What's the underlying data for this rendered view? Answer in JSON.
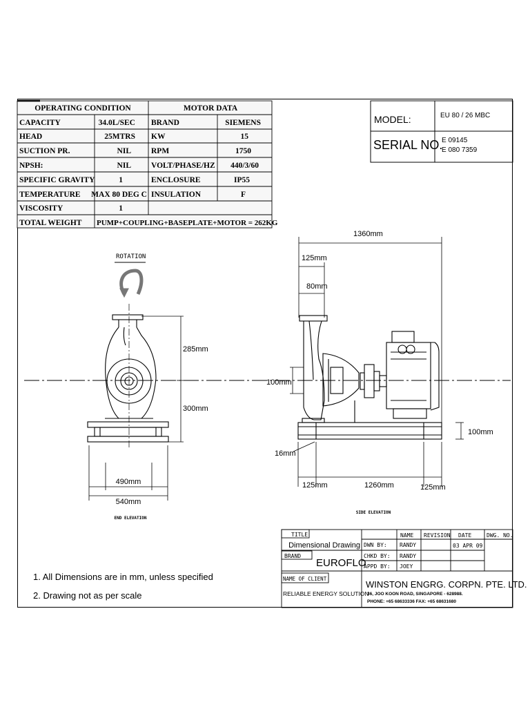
{
  "operating": {
    "header": "OPERATING CONDITION",
    "rows": [
      {
        "label": "CAPACITY",
        "value": "34.0L/SEC"
      },
      {
        "label": "HEAD",
        "value": "25MTRS"
      },
      {
        "label": "SUCTION PR.",
        "value": "NIL"
      },
      {
        "label": "NPSH:",
        "value": "NIL"
      },
      {
        "label": "SPECIFIC GRAVITY",
        "value": "1"
      },
      {
        "label": "TEMPERATURE",
        "value": "MAX 80 DEG C"
      },
      {
        "label": "VISCOSITY",
        "value": "1"
      }
    ],
    "total_label": "TOTAL WEIGHT",
    "total_value": "PUMP+COUPLING+BASEPLATE+MOTOR = 262KG"
  },
  "motor": {
    "header": "MOTOR DATA",
    "rows": [
      {
        "label": "BRAND",
        "value": "SIEMENS"
      },
      {
        "label": "KW",
        "value": "15"
      },
      {
        "label": "RPM",
        "value": "1750"
      },
      {
        "label": "VOLT/PHASE/HZ",
        "value": "440/3/60"
      },
      {
        "label": "ENCLOSURE",
        "value": "IP55"
      },
      {
        "label": "INSULATION",
        "value": "F"
      }
    ]
  },
  "model_box": {
    "model_label": "MODEL:",
    "model_value": "EU 80 / 26 MBC",
    "serial_label": "SERIAL  NO.",
    "serial_line1": "E 09145",
    "serial_line2": "E 080 7359"
  },
  "end_view": {
    "rotation": "ROTATION",
    "dim_285": "285mm",
    "dim_300": "300mm",
    "dim_490": "490mm",
    "dim_540": "540mm",
    "caption": "END ELEVATION"
  },
  "side_view": {
    "dim_1360": "1360mm",
    "dim_125_top": "125mm",
    "dim_80": "80mm",
    "dim_100_left": "100mm",
    "dim_100_right": "100mm",
    "dim_16": "16mm",
    "dim_125_left": "125mm",
    "dim_1260": "1260mm",
    "dim_125_right": "125mm",
    "caption": "SIDE ELEVATION"
  },
  "notes": [
    "1. All Dimensions are in mm, unless specified",
    "2. Drawing not as per scale"
  ],
  "title_block": {
    "title_label": "TITLE",
    "title_value": "Dimensional Drawing",
    "brand_label": "BRAND",
    "brand_value": "EUROFLO",
    "name_col": "NAME",
    "revision_col": "REVISION",
    "date_col": "DATE",
    "dwg_col": "DWG. NO.",
    "dwn_label": "DWN BY:",
    "dwn_name": "RANDY",
    "date_value": "03 APR 09",
    "chkd_label": "CHKD BY:",
    "chkd_name": "RANDY",
    "appd_label": "APPD BY:",
    "appd_name": "JOEY",
    "client_label": "NAME OF CLIENT",
    "client_value": "RELIABLE ENERGY SOLUTION",
    "company": "WINSTON ENGRG. CORPN. PTE. LTD.",
    "address": "36, JOO KOON ROAD, SINGAPORE - 628988.",
    "phone": "PHONE: +65 68633336   FAX: +65 68631680"
  }
}
